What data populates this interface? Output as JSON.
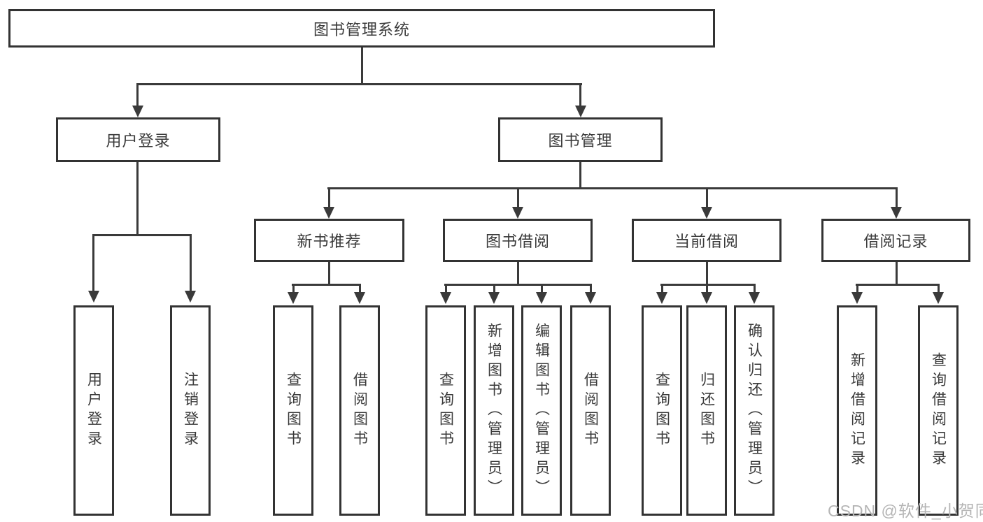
{
  "tree": {
    "label": "图书管理系统",
    "children": [
      {
        "label": "用户登录",
        "children": [
          {
            "label": "用户登录"
          },
          {
            "label": "注销登录"
          }
        ]
      },
      {
        "label": "图书管理",
        "children": [
          {
            "label": "新书推荐",
            "children": [
              {
                "label": "查询图书"
              },
              {
                "label": "借阅图书"
              }
            ]
          },
          {
            "label": "图书借阅",
            "children": [
              {
                "label": "查询图书"
              },
              {
                "label": "新增图书（管理员）"
              },
              {
                "label": "编辑图书（管理员）"
              },
              {
                "label": "借阅图书"
              }
            ]
          },
          {
            "label": "当前借阅",
            "children": [
              {
                "label": "查询图书"
              },
              {
                "label": "归还图书"
              },
              {
                "label": "确认归还（管理员）"
              }
            ]
          },
          {
            "label": "借阅记录",
            "children": [
              {
                "label": "新增借阅记录"
              },
              {
                "label": "查询借阅记录"
              }
            ]
          }
        ]
      }
    ]
  },
  "watermark": {
    "text": "CSDN @软件_小贺同学"
  },
  "colors": {
    "line": "#3a3a3a",
    "border": "#333333",
    "text": "#3a3a3a",
    "watermark": "#b5b5b5",
    "background": "#ffffff"
  }
}
